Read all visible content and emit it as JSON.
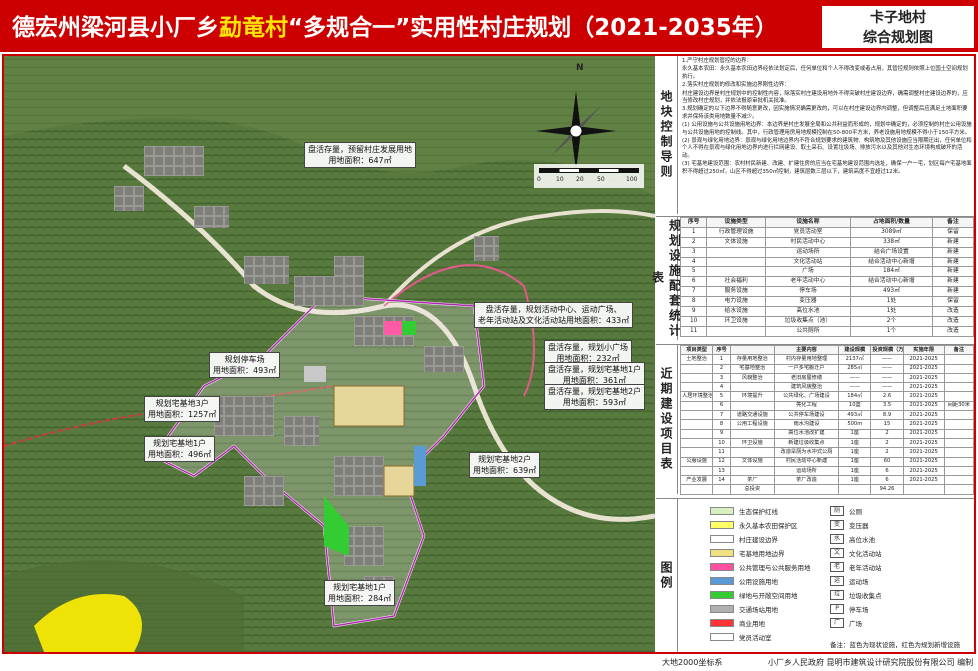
{
  "header": {
    "title_prefix": "德宏州梁河县小厂乡",
    "title_village": "勐竜村",
    "title_suffix": "“多规合一”实用性村庄规划（2021-2035年）",
    "plan_name_line1": "卡子地村",
    "plan_name_line2": "综合规划图"
  },
  "map": {
    "north_label": "N",
    "scale_labels": [
      "0",
      "10",
      "20",
      "50",
      "100"
    ],
    "callouts": [
      {
        "line1": "盘活存量，预留村庄发展用地",
        "line2": "用地面积：647㎡"
      },
      {
        "line1": "盘活存量，规划活动中心、运动广场、",
        "line2": "老年活动站及文化活动站用地面积：433㎡"
      },
      {
        "line1": "盘活存量，规划小广场",
        "line2": "用地面积：232㎡"
      },
      {
        "line1": "盘活存量，规划宅基地1户",
        "line2": "用地面积：361㎡"
      },
      {
        "line1": "盘活存量，规划宅基地2户",
        "line2": "用地面积：593㎡"
      },
      {
        "line1": "规划停车场",
        "line2": "用地面积：493㎡"
      },
      {
        "line1": "规划宅基地3户",
        "line2": "用地面积：1257㎡"
      },
      {
        "line1": "规划宅基地1户",
        "line2": "用地面积：496㎡"
      },
      {
        "line1": "规划宅基地2户",
        "line2": "用地面积：639㎡"
      },
      {
        "line1": "规划宅基地1户",
        "line2": "用地面积：284㎡"
      }
    ]
  },
  "control": {
    "label": "地块控制导则",
    "paras": [
      "1.严守村庄规划管控的边界：",
      "永久基本农田：永久基本农田边界经依法划定后，任何单位和个人不得改变或者占用，其管控规则依照上位国土空间规划执行。",
      "2.落实村庄规划的修改和实施边界刚性边界：",
      "村庄建设边界是村庄规划中的控制性内容，除落实村庄建设用地外不得突破村庄建设边界，确需调整村庄建设边界的，应当修改村庄规划，并依法报原审批机关批准。",
      "3.规划确定的以下边界不得随意更改，因实施情况确需更改的，可以在村庄建设边界内调整，但调整后应满足土地面积要求并保持该类用地数量不减少。",
      "(1) 公用设施与公共设施用地边界：本边界是村庄发展全局和公共利益而形成的，规划中确定的，必须控制的村庄公用设施与公共设施用地的控制线。其中，行政管理用房用地规模控制在50-800平方米，养老设施用地规模不得小于150平方米。",
      "(2) 景观与绿化用地边界：景观与绿化用地边界内不符合规划要求的建筑物、构筑物及其他设施应当限期迁出，任何单位和个人不得在景观与绿化用地边界内进行拦网建设、取土采石、设置垃圾场、排放污水以及其他对生态环境构成破坏的活动。",
      "(3) 宅基地建设范围：农村村民新建、改建、扩建住房的应当在宅基地建设范围内选址，确保一户一宅，划区每户宅基地面积不得超过250㎡，山区不得超过350㎡控制，建筑层数三层以下，建筑高度不宜超过12米。"
    ]
  },
  "facilities": {
    "label": "规划设施配套统计表",
    "headers": [
      "序号",
      "设施类型",
      "设施名称",
      "占地面积/数量",
      "备注"
    ],
    "rows": [
      [
        "1",
        "行政管理设施",
        "党员活动室",
        "3089㎡",
        "保留"
      ],
      [
        "2",
        "文体设施",
        "村民活动中心",
        "338㎡",
        "新建"
      ],
      [
        "3",
        "",
        "运动场所",
        "结合广场设置",
        "新建"
      ],
      [
        "4",
        "",
        "文化活动站",
        "结合活动中心新增",
        "新建"
      ],
      [
        "5",
        "",
        "广场",
        "184㎡",
        "新建"
      ],
      [
        "6",
        "社会福利",
        "老年活动中心",
        "结合活动中心新增",
        "新建"
      ],
      [
        "7",
        "服务设施",
        "停车场",
        "493㎡",
        "新建"
      ],
      [
        "8",
        "电力设施",
        "变压器",
        "1处",
        "保留"
      ],
      [
        "9",
        "给水设施",
        "高位水池",
        "1处",
        "改造"
      ],
      [
        "10",
        "环卫设施",
        "垃圾收集点（池）",
        "2个",
        "改造"
      ],
      [
        "11",
        "",
        "公共厕所",
        "1个",
        "改造"
      ]
    ]
  },
  "nearterm": {
    "label": "近期建设项目表",
    "headers": [
      "项目类型",
      "序号",
      "",
      "主要内容",
      "建设规模",
      "投资规模（万元）",
      "实施年限",
      "备注"
    ],
    "rows": [
      [
        "土地整治",
        "1",
        "存量用地整治",
        "村内存量用地整理",
        "2137㎡",
        "——",
        "2021-2025",
        ""
      ],
      [
        "",
        "2",
        "宅基地整治",
        "一户多宅搬迁户",
        "285㎡",
        "——",
        "2021-2025",
        ""
      ],
      [
        "",
        "3",
        "风貌整治",
        "老旧房屋修缮",
        "——",
        "——",
        "2021-2025",
        ""
      ],
      [
        "",
        "4",
        "",
        "建筑风貌整治",
        "——",
        "——",
        "2021-2025",
        ""
      ],
      [
        "人居环境整治",
        "5",
        "环境提升",
        "公共绿化、广场建设",
        "184㎡",
        "2.6",
        "2021-2025",
        ""
      ],
      [
        "",
        "6",
        "",
        "亮化工程",
        "10盏",
        "3.5",
        "2021-2025",
        "间距30米"
      ],
      [
        "",
        "7",
        "道路交通设施",
        "公共停车场建设",
        "493㎡",
        "8.9",
        "2021-2025",
        ""
      ],
      [
        "",
        "8",
        "公用工程设施",
        "雨水沟建设",
        "500m",
        "15",
        "2021-2025",
        ""
      ],
      [
        "",
        "9",
        "",
        "高位水池改扩建",
        "1座",
        "2",
        "2021-2025",
        ""
      ],
      [
        "",
        "10",
        "环卫设施",
        "新建垃圾收集点",
        "1座",
        "2",
        "2021-2025",
        ""
      ],
      [
        "",
        "11",
        "",
        "改造旱厕为水冲式公厕",
        "1座",
        "2",
        "2021-2025",
        ""
      ],
      [
        "公服设施",
        "12",
        "文体设施",
        "村民活动中心新建",
        "1座",
        "60",
        "2021-2025",
        ""
      ],
      [
        "",
        "13",
        "",
        "运动场所",
        "1座",
        "6",
        "2021-2025",
        ""
      ],
      [
        "产业发展",
        "14",
        "茶厂",
        "茶厂改造",
        "1座",
        "6",
        "2021-2025",
        ""
      ],
      [
        "",
        "",
        "总投资",
        "",
        "",
        "94.26",
        "",
        ""
      ]
    ]
  },
  "legend": {
    "label": "图例",
    "items": [
      {
        "text": "生态保护红线",
        "color": "#d8f0c0"
      },
      {
        "text": "永久基本农田保护区",
        "color": "#ffff66"
      },
      {
        "text": "村庄建设边界",
        "color": "#ffffff"
      },
      {
        "text": "宅基地用地边界",
        "color": "#f0e080"
      },
      {
        "text": "公共管理与公共服务用地",
        "color": "#ff4fa0"
      },
      {
        "text": "公用设施用地",
        "color": "#5b9bd5"
      },
      {
        "text": "绿地与开敞空间用地",
        "color": "#33cc33"
      },
      {
        "text": "交通场站用地",
        "color": "#b0b0b0"
      },
      {
        "text": "商业用地",
        "color": "#ff3333"
      },
      {
        "text": "党员活动室",
        "color": "#ffffff"
      }
    ],
    "symbols": [
      {
        "sym": "厕",
        "text": "公厕"
      },
      {
        "sym": "变",
        "text": "变压器"
      },
      {
        "sym": "水",
        "text": "高位水池"
      },
      {
        "sym": "文",
        "text": "文化活动站"
      },
      {
        "sym": "老",
        "text": "老年活动站"
      },
      {
        "sym": "运",
        "text": "运动场"
      },
      {
        "sym": "垃",
        "text": "垃圾收集点"
      },
      {
        "sym": "P",
        "text": "停车场"
      },
      {
        "sym": "广",
        "text": "广场"
      }
    ],
    "note": "备注：蓝色为现状设施，红色为规划新增设施"
  },
  "footer": {
    "coord": "大地2000坐标系",
    "issuer": "小厂乡人民政府  昆明市建筑设计研究院股份有限公司  编制"
  }
}
